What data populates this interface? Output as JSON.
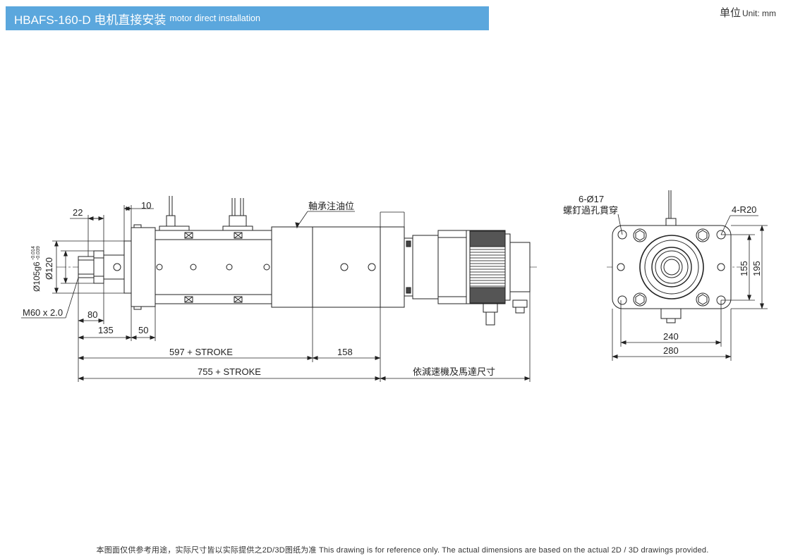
{
  "header": {
    "title": "HBAFS-160-D 电机直接安装",
    "subtitle": "motor direct installation",
    "accent_color": "#5ba7dd"
  },
  "unit": {
    "label_cn": "单位",
    "label_en": "Unit: mm"
  },
  "side_view": {
    "dim_10": "10",
    "dim_22": "22",
    "bearing_label": "軸承注油位",
    "dia_105": "Ø105g6",
    "tol_upper": "-0.014",
    "tol_lower": "-0.039",
    "dia_120": "Ø120",
    "thread": "M60 x 2.0",
    "dim_80": "80",
    "dim_135": "135",
    "dim_50": "50",
    "dim_597": "597 + STROKE",
    "dim_158": "158",
    "dim_755": "755 + STROKE",
    "reducer_label": "依減速機及馬達尺寸"
  },
  "end_view": {
    "holes_count": "6-Ø17",
    "holes_label": "螺釘過孔貫穿",
    "radius": "4-R20",
    "dim_155": "155",
    "dim_195": "195",
    "dim_240": "240",
    "dim_280": "280"
  },
  "footer": {
    "note": "本图面仅供参考用途，实际尺寸皆以实际提供之2D/3D图纸为准 This drawing is for reference only. The actual dimensions are based on the actual 2D / 3D drawings provided."
  }
}
